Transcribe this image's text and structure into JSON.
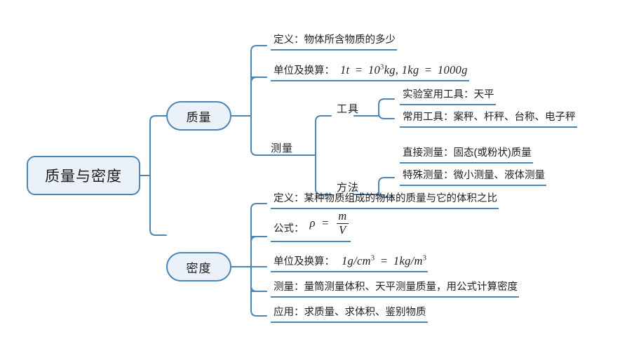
{
  "diagram": {
    "type": "mind-map",
    "title": "质量与密度",
    "colors": {
      "link": "#4a86b8",
      "node_fill": "#eaf1f8",
      "node_border": "#4a86b8",
      "text": "#1f1f1f",
      "background": "#ffffff"
    }
  },
  "root": {
    "label": "质量与密度"
  },
  "branches": [
    {
      "label": "质量",
      "children": [
        {
          "label": "定义：物体所含物质的多少"
        },
        {
          "label": "单位及换算：",
          "math": {
            "parts": [
              "1t",
              "=",
              "10",
              "3",
              "kg",
              ",",
              "1kg",
              "=",
              "1000g"
            ],
            "plain": "1t = 10^3 kg, 1kg = 1000g"
          }
        },
        {
          "label": "测量",
          "children": [
            {
              "label": "工具",
              "children": [
                {
                  "label": "实验室用工具：天平"
                },
                {
                  "label": "常用工具：案秤、杆秤、台称、电子秤"
                }
              ]
            },
            {
              "label": "方法",
              "children": [
                {
                  "label": "直接测量：固态(或粉状)质量"
                },
                {
                  "label": "特殊测量：微小测量、液体测量"
                }
              ]
            }
          ]
        }
      ]
    },
    {
      "label": "密度",
      "children": [
        {
          "label": "定义：某种物质组成的物体的质量与它的体积之比"
        },
        {
          "label": "公式：",
          "math": {
            "plain": "ρ = m / V",
            "numerator": "m",
            "denominator": "V",
            "lhs": "ρ",
            "rel": "="
          }
        },
        {
          "label": "单位及换算：",
          "math": {
            "plain": "1g/cm^3 = 1kg/m^3"
          }
        },
        {
          "label": "测量：量筒测量体积、天平测量质量，用公式计算密度"
        },
        {
          "label": "应用：求质量、求体积、鉴别物质"
        }
      ]
    }
  ],
  "math_literals": {
    "mass_unit_1": "1t",
    "mass_unit_eq1": "=",
    "mass_unit_base": "10",
    "mass_unit_exp": "3",
    "mass_unit_kg": "kg",
    "mass_unit_comma": ",",
    "mass_unit_2": "1kg",
    "mass_unit_eq2": "=",
    "mass_unit_g": "1000g",
    "rho": "ρ",
    "eq": "=",
    "m": "m",
    "V": "V",
    "dens_lhs": "1g/cm",
    "dens_lhs_exp": "3",
    "dens_eq": "=",
    "dens_rhs": "1kg/m",
    "dens_rhs_exp": "3"
  }
}
